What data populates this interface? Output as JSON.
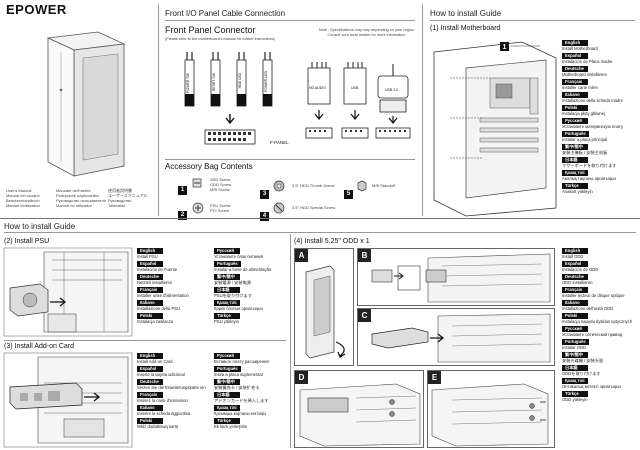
{
  "brand": "EPOWER",
  "manuals": {
    "col1": [
      "User's Manual",
      "Manual del usuario",
      "Benutzerhandbuch",
      "Manuel d'utilisation"
    ],
    "col2": [
      "Manuale dell'utente",
      "Podręcznik użytkownika",
      "Руководство пользователя",
      "Manual do utilizador"
    ],
    "col3": [
      "使用者說明書",
      "ユーザーズマニュアル",
      "Руководство",
      "Talimatlar"
    ]
  },
  "front_io": {
    "heading": "Front I/O Panel Cable Connection",
    "title": "Front Panel Connector",
    "note": "(Please refer to the motherboard's manual for further instructions)",
    "note2": "Note : Specifications may vary depending on your region.\nConsult your local retailer for more information.",
    "connectors": [
      "POWER SW",
      "RESET SW",
      "HDD LED",
      "POWER LED"
    ],
    "fpanel": "F-PANEL",
    "hd_audio": "HD AUDIO",
    "usb": "USB",
    "usb3": "USB 3.0"
  },
  "accessory": {
    "title": "Accessory Bag Contents",
    "items": [
      {
        "num": "1",
        "text": "SSD Screw\nODD Screw\nM/B Screw"
      },
      {
        "num": "2",
        "text": "PSU Screw\nPCI Screw"
      },
      {
        "num": "3",
        "text": "3.5\" HDD Thumb Screw"
      },
      {
        "num": "4",
        "text": "3.5\" HDD Special Screw"
      },
      {
        "num": "5",
        "text": "M/B Standoff"
      }
    ]
  },
  "howto_right": {
    "heading": "How to install Guide",
    "step1": "(1) Install Motherboard",
    "langs": [
      {
        "lang": "English",
        "text": "Install Motherboard"
      },
      {
        "lang": "Español",
        "text": "Instalación de Placa madre"
      },
      {
        "lang": "Deutsche",
        "text": "Motherboard installieren"
      },
      {
        "lang": "Français",
        "text": "Installer carte mère"
      },
      {
        "lang": "Italiano",
        "text": "Installazione della scheda madre"
      },
      {
        "lang": "Polski",
        "text": "Instalacja płyty głównej"
      },
      {
        "lang": "Русский",
        "text": "Установите материнскую плату"
      },
      {
        "lang": "Português",
        "text": "Instalar a placa principal"
      },
      {
        "lang": "繁中/簡中",
        "text": "安裝主機板 / 安装主机板"
      },
      {
        "lang": "日本語",
        "text": "マザーボードを取り付けます"
      },
      {
        "lang": "Қазақ тілі",
        "text": "Аналық тақтаны орнатыңыз"
      },
      {
        "lang": "Türkçe",
        "text": "Anakart yükleyin"
      }
    ]
  },
  "howto_bottom": {
    "heading": "How to install Guide",
    "psu": {
      "title": "(2) Install PSU",
      "langs_a": [
        {
          "lang": "English",
          "text": "Install PSU"
        },
        {
          "lang": "Español",
          "text": "Instalación de Fuente"
        },
        {
          "lang": "Deutsche",
          "text": "Netzteil installieren"
        },
        {
          "lang": "Français",
          "text": "Installer unité d'alimentation"
        },
        {
          "lang": "Italiano",
          "text": "Installazione della PSU"
        },
        {
          "lang": "Polski",
          "text": "Instalacja zasilacza"
        }
      ],
      "langs_b": [
        {
          "lang": "Русский",
          "text": "Установите блок питания"
        },
        {
          "lang": "Português",
          "text": "Instalar a fonte de alimentação"
        },
        {
          "lang": "繁中/簡中",
          "text": "安裝電源 / 安装电源"
        },
        {
          "lang": "日本語",
          "text": "PSUを取り付けます"
        },
        {
          "lang": "Қазақ тілі",
          "text": "Қорек блогын орнатыңыз"
        },
        {
          "lang": "Türkçe",
          "text": "PSU yükleyin"
        }
      ]
    },
    "addon": {
      "title": "(3) Install Add-on Card",
      "langs_a": [
        {
          "lang": "English",
          "text": "Install Add-on Card"
        },
        {
          "lang": "Español",
          "text": "Inserte la tarjeta adicional"
        },
        {
          "lang": "Deutsche",
          "text": "Setzen Sie die Erweiterungskarte ein"
        },
        {
          "lang": "Français",
          "text": "Insérez la carte d'extension"
        },
        {
          "lang": "Italiano",
          "text": "Inserire la scheda aggiuntiva"
        },
        {
          "lang": "Polski",
          "text": "Włóż dodatkową kartę"
        }
      ],
      "langs_b": [
        {
          "lang": "Русский",
          "text": "Вставьте плату расширения"
        },
        {
          "lang": "Português",
          "text": "Insira a placa suplementar"
        },
        {
          "lang": "繁中/簡中",
          "text": "安裝擴充卡 / 安装扩充卡"
        },
        {
          "lang": "日本語",
          "text": "アドオンカードを挿入します"
        },
        {
          "lang": "Қазақ тілі",
          "text": "Қосымша картаны енгізіңіз"
        },
        {
          "lang": "Türkçe",
          "text": "Ek kartı yerleştirin"
        }
      ]
    },
    "odd": {
      "title": "(4) Install 5.25\" ODD x 1",
      "panels": [
        "A",
        "B",
        "C",
        "D",
        "E"
      ],
      "langs": [
        {
          "lang": "English",
          "text": "Install ODD"
        },
        {
          "lang": "Español",
          "text": "Instalación de ODD"
        },
        {
          "lang": "Deutsche",
          "text": "ODD installieren"
        },
        {
          "lang": "Français",
          "text": "Installer lecteur de disque optique"
        },
        {
          "lang": "Italiano",
          "text": "Installazione dell'unità ODD"
        },
        {
          "lang": "Polski",
          "text": "Instalacja napędu dysków optycznych"
        },
        {
          "lang": "Русский",
          "text": "Установите оптический привод"
        },
        {
          "lang": "Português",
          "text": "Instalar ODD"
        },
        {
          "lang": "繁中/簡中",
          "text": "安裝光碟機 / 安装光驱"
        },
        {
          "lang": "日本語",
          "text": "ODDを取り付けます"
        },
        {
          "lang": "Қазақ тілі",
          "text": "Оптикалық жетекті орнатыңыз"
        },
        {
          "lang": "Türkçe",
          "text": "ODD yükleyin"
        }
      ]
    }
  }
}
